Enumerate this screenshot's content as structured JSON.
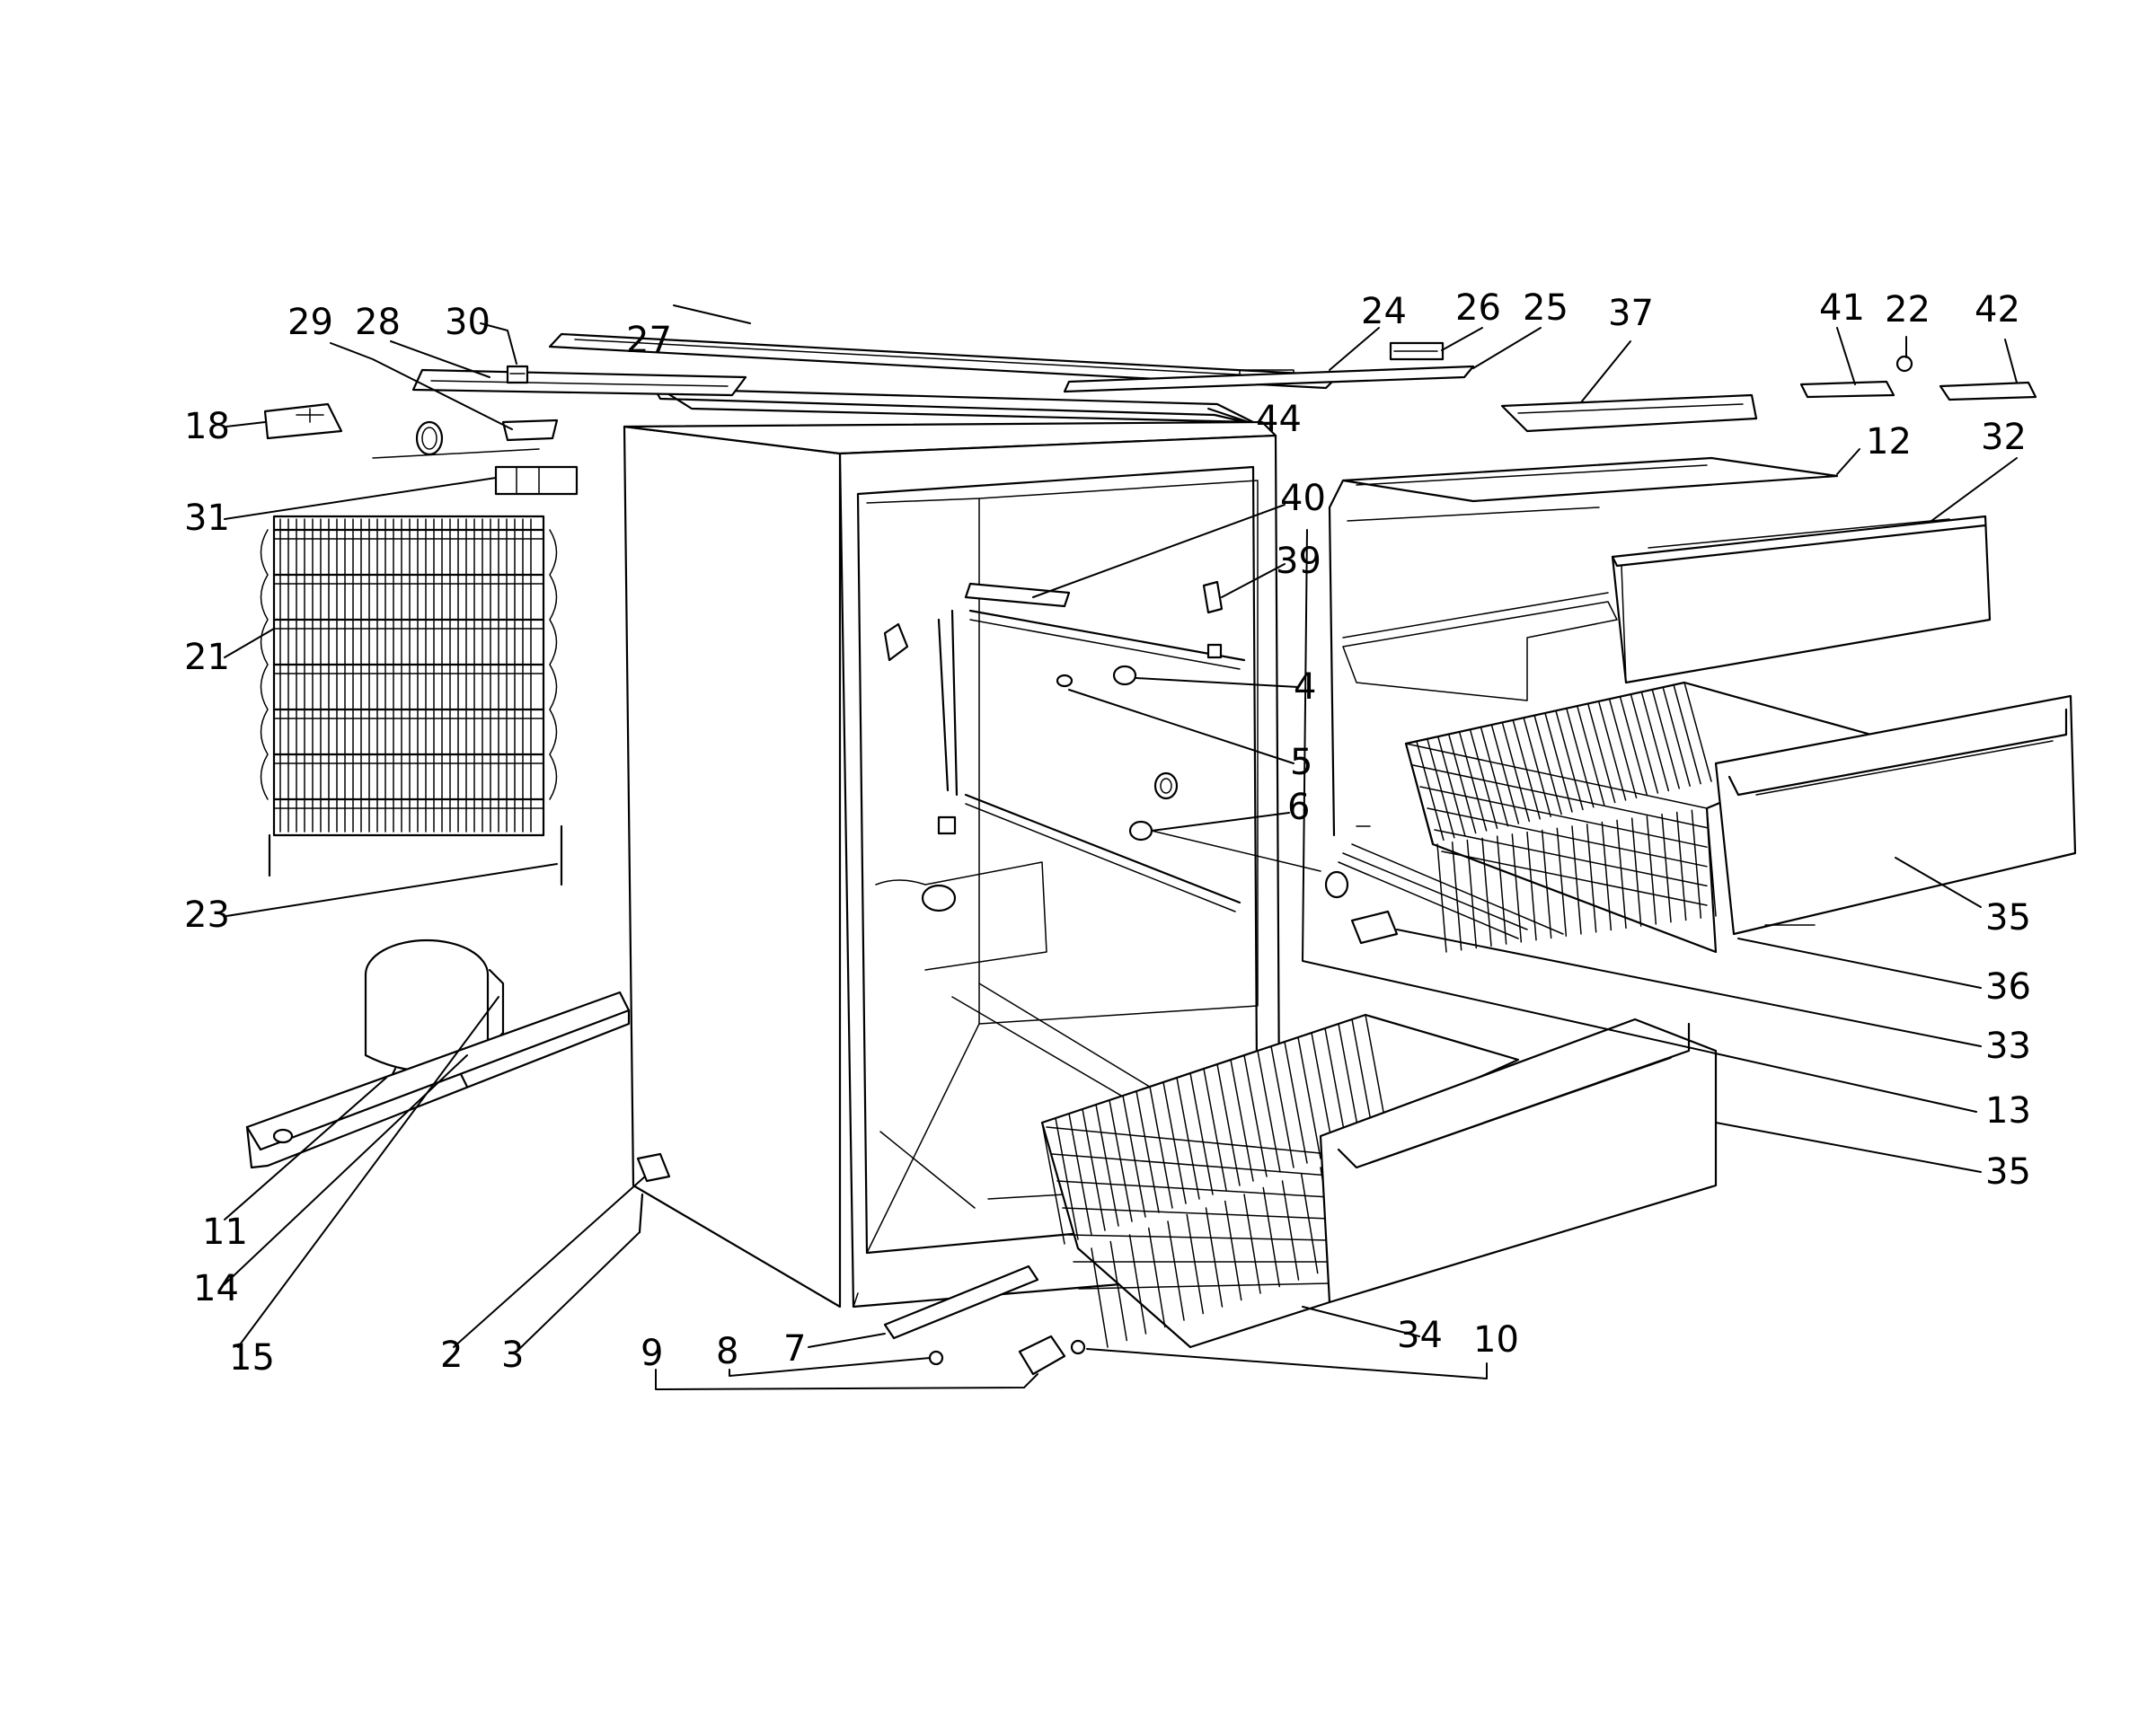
{
  "labels": [
    {
      "id": "27",
      "text": "27"
    },
    {
      "id": "29",
      "text": "29"
    },
    {
      "id": "28",
      "text": "28"
    },
    {
      "id": "30",
      "text": "30"
    },
    {
      "id": "24",
      "text": "24"
    },
    {
      "id": "26",
      "text": "26"
    },
    {
      "id": "25",
      "text": "25"
    },
    {
      "id": "37",
      "text": "37"
    },
    {
      "id": "41",
      "text": "41"
    },
    {
      "id": "22",
      "text": "22"
    },
    {
      "id": "42",
      "text": "42"
    },
    {
      "id": "18",
      "text": "18"
    },
    {
      "id": "44",
      "text": "44"
    },
    {
      "id": "12",
      "text": "12"
    },
    {
      "id": "32",
      "text": "32"
    },
    {
      "id": "31",
      "text": "31"
    },
    {
      "id": "40",
      "text": "40"
    },
    {
      "id": "39",
      "text": "39"
    },
    {
      "id": "21",
      "text": "21"
    },
    {
      "id": "4",
      "text": "4"
    },
    {
      "id": "5",
      "text": "5"
    },
    {
      "id": "6",
      "text": "6"
    },
    {
      "id": "23",
      "text": "23"
    },
    {
      "id": "35a",
      "text": "35"
    },
    {
      "id": "36",
      "text": "36"
    },
    {
      "id": "33",
      "text": "33"
    },
    {
      "id": "13",
      "text": "13"
    },
    {
      "id": "35b",
      "text": "35"
    },
    {
      "id": "11",
      "text": "11"
    },
    {
      "id": "14",
      "text": "14"
    },
    {
      "id": "15",
      "text": "15"
    },
    {
      "id": "2",
      "text": "2"
    },
    {
      "id": "3",
      "text": "3"
    },
    {
      "id": "9",
      "text": "9"
    },
    {
      "id": "8",
      "text": "8"
    },
    {
      "id": "7",
      "text": "7"
    },
    {
      "id": "34",
      "text": "34"
    },
    {
      "id": "10",
      "text": "10"
    }
  ]
}
